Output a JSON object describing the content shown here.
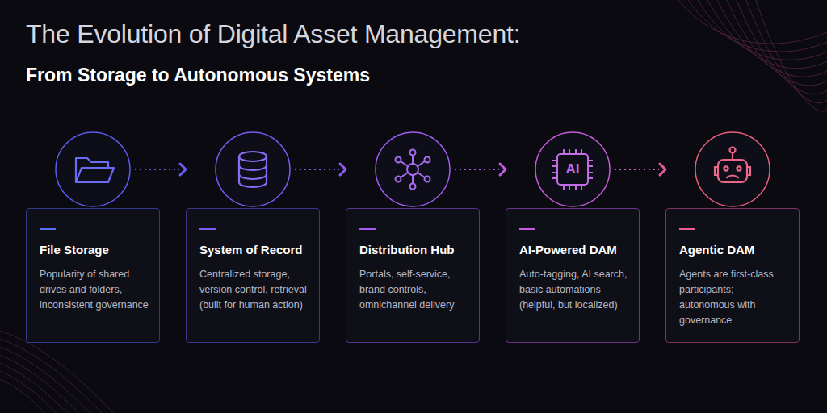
{
  "diagram": {
    "title": "The Evolution of Digital Asset Management:",
    "nodes": [
      {
        "text": [
          "File Storage",
          "Popularity of shared drives and folders, inconsistent governance"
        ]
      },
      {
        "text": [
          "System of Record",
          "Centralized storage, version control, retrieval (built for human action)"
        ]
      },
      {
        "text": [
          "Distribution Hub",
          "Portals, self-service, brand controls, omnichannel delivery"
        ]
      },
      {
        "text": [
          "AI-Powered DAM",
          "Auto-tagging, AI search, basic automations (helpful, but localized)"
        ]
      },
      {
        "text": [
          "Agentic DAM",
          "Agents are first-class participants; autonomous with governance"
        ]
      }
    ],
    "labels": [
      "From Storage to Autonomous Systems",
      "AI"
    ]
  }
}
